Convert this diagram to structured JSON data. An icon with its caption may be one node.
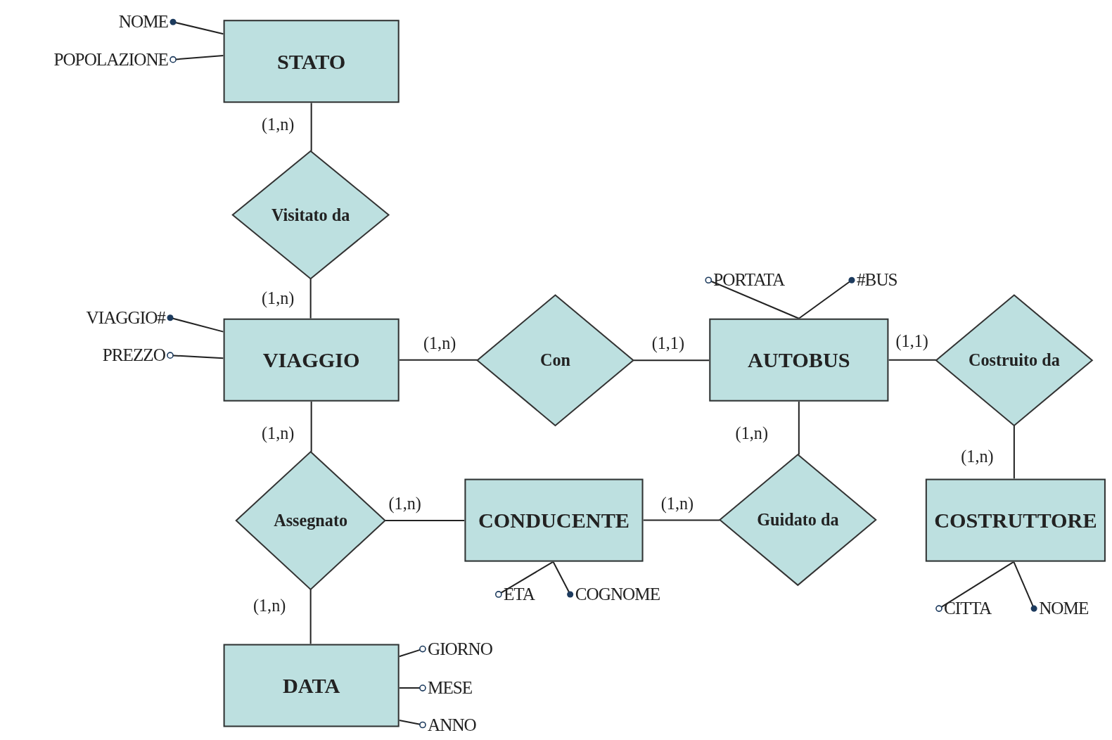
{
  "diagram": {
    "nodes": [
      {
        "text": [
          "NOME"
        ]
      },
      {
        "text": [
          "POPOLAZIONE"
        ]
      },
      {
        "text": [
          "STATO"
        ]
      },
      {
        "text": [
          "Visitato da"
        ]
      },
      {
        "text": [
          "PORTATA"
        ]
      },
      {
        "text": [
          "#BUS"
        ]
      },
      {
        "text": [
          "VIAGGIO#"
        ]
      },
      {
        "text": [
          "PREZZO"
        ]
      },
      {
        "text": [
          "VIAGGIO"
        ]
      },
      {
        "text": [
          "Con"
        ]
      },
      {
        "text": [
          "AUTOBUS"
        ]
      },
      {
        "text": [
          "Costruito da"
        ]
      },
      {
        "text": [
          "Assegnato"
        ]
      },
      {
        "text": [
          "CONDUCENTE"
        ]
      },
      {
        "text": [
          "Guidato da"
        ]
      },
      {
        "text": [
          "COSTRUTTORE"
        ]
      },
      {
        "text": [
          "ETA"
        ]
      },
      {
        "text": [
          "COGNOME"
        ]
      },
      {
        "text": [
          "CITTA"
        ]
      },
      {
        "text": [
          "NOME"
        ]
      },
      {
        "text": [
          "DATA"
        ]
      },
      {
        "text": [
          "GIORNO"
        ]
      },
      {
        "text": [
          "MESE"
        ]
      },
      {
        "text": [
          "ANNO"
        ]
      }
    ],
    "edges": [
      {
        "from": 2,
        "to": 0,
        "arrow": "other"
      },
      {
        "from": 2,
        "to": 1,
        "arrow": "other"
      },
      {
        "from": 2,
        "to": 3,
        "arrow": "none",
        "label": "(1,n)"
      },
      {
        "from": 3,
        "to": 8,
        "arrow": "none",
        "label": "(1,n)"
      },
      {
        "from": 8,
        "to": 6,
        "arrow": "other"
      },
      {
        "from": 8,
        "to": 7,
        "arrow": "other"
      },
      {
        "from": 8,
        "to": 9,
        "arrow": "none",
        "label": "(1,n)"
      },
      {
        "from": 9,
        "to": 10,
        "arrow": "none",
        "label": "(1,1)"
      },
      {
        "from": 10,
        "to": 4,
        "arrow": "other"
      },
      {
        "from": 10,
        "to": 5,
        "arrow": "other"
      },
      {
        "from": 10,
        "to": 11,
        "arrow": "none",
        "label": "(1,1)"
      },
      {
        "from": 10,
        "to": 14,
        "arrow": "none",
        "label": "(1,n)"
      },
      {
        "from": 11,
        "to": 15,
        "arrow": "none",
        "label": "(1,n)"
      },
      {
        "from": 8,
        "to": 12,
        "arrow": "none",
        "label": "(1,n)"
      },
      {
        "from": 12,
        "to": 13,
        "arrow": "none",
        "label": "(1,n)"
      },
      {
        "from": 13,
        "to": 14,
        "arrow": "none",
        "label": "(1,n)"
      },
      {
        "from": 12,
        "to": 20,
        "arrow": "none",
        "label": "(1,n)"
      },
      {
        "from": 13,
        "to": 16,
        "arrow": "other"
      },
      {
        "from": 13,
        "to": 17,
        "arrow": "other"
      },
      {
        "from": 15,
        "to": 18,
        "arrow": "other"
      },
      {
        "from": 15,
        "to": 19,
        "arrow": "other"
      },
      {
        "from": 20,
        "to": 21,
        "arrow": "other"
      },
      {
        "from": 20,
        "to": 22,
        "arrow": "other"
      },
      {
        "from": 20,
        "to": 23,
        "arrow": "other"
      }
    ]
  }
}
